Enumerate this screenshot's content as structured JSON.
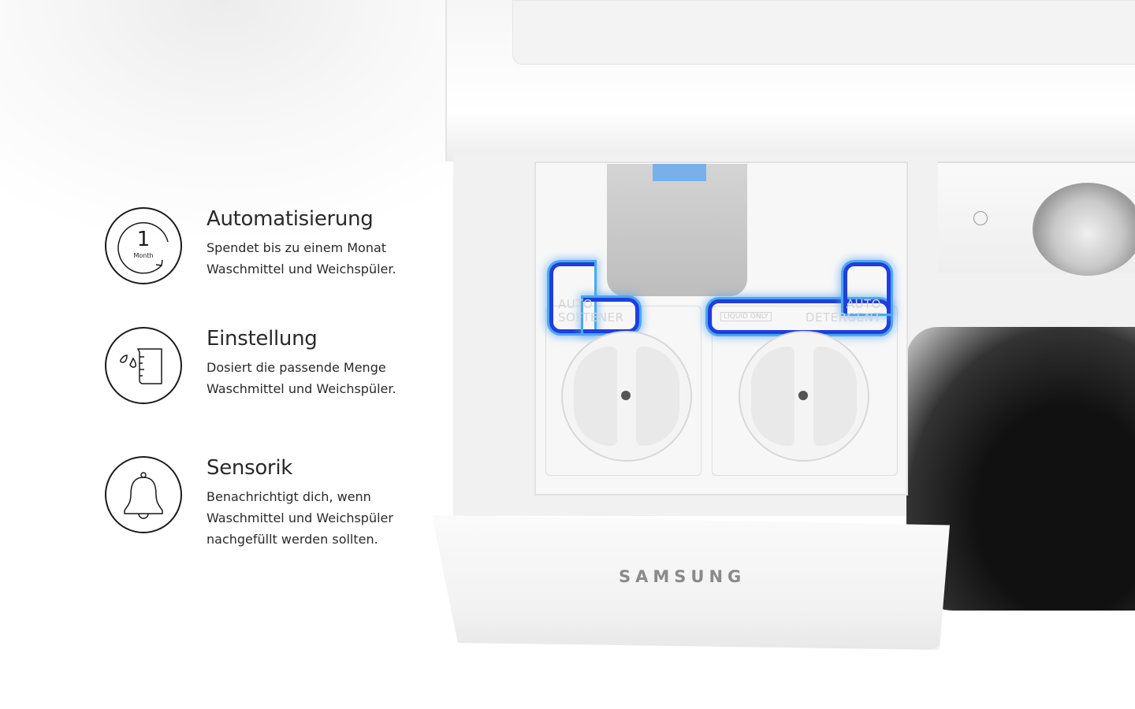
{
  "features": [
    {
      "icon": "one-month-cycle-icon",
      "icon_number": "1",
      "icon_caption": "Month",
      "title": "Automatisierung",
      "lines": [
        "Spendet bis zu einem Monat",
        "Waschmittel und Weichspüler."
      ]
    },
    {
      "icon": "measuring-cup-drops-icon",
      "title": "Einstellung",
      "lines": [
        "Dosiert die passende Menge",
        "Waschmittel und Weichspüler."
      ]
    },
    {
      "icon": "bell-icon",
      "title": "Sensorik",
      "lines": [
        "Benachrichtigt dich, wenn",
        "Waschmittel und Weichspüler",
        "nachgefüllt werden sollten."
      ]
    }
  ],
  "product": {
    "brand": "SAMSUNG",
    "softener_label": [
      "AUTO",
      "SOFTENER"
    ],
    "detergent_label": [
      "AUTO",
      "DETERGENT"
    ],
    "liquid_only": "LIQUID ONLY"
  },
  "colors": {
    "highlight": "#1f3ee0",
    "glow": "#4aa8ef",
    "text": "#2a2a2a"
  }
}
